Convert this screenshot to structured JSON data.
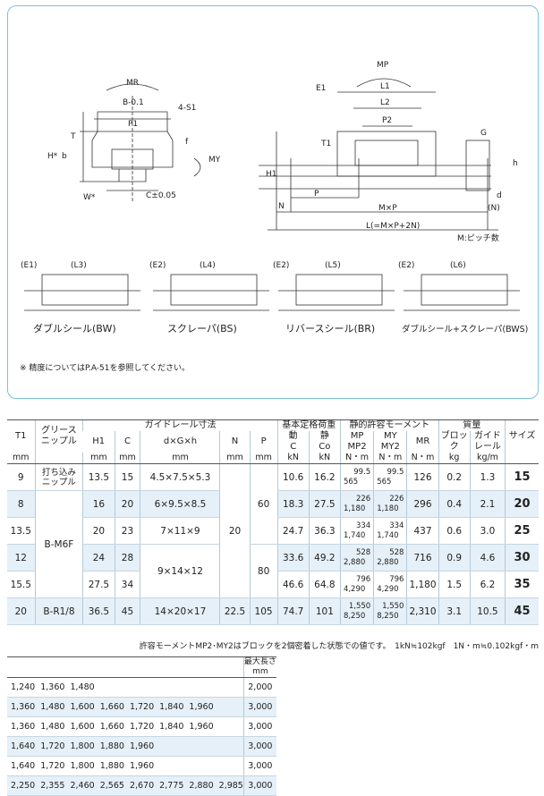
{
  "diagram": {
    "labels": {
      "mr": "MR",
      "b_tol": "B-0.1",
      "s1": "4-S1",
      "p1": "P1",
      "h_star": "H*",
      "b": "b",
      "t": "T",
      "f": "f",
      "w_star": "W*",
      "c_tol": "C±0.05",
      "my": "MY",
      "mp": "MP",
      "e1": "E1",
      "l1": "L1",
      "l2": "L2",
      "p2": "P2",
      "t1": "T1",
      "h1": "H1",
      "g": "G",
      "h": "h",
      "d": "d",
      "n": "N",
      "p": "P",
      "mxp": "M×P",
      "n_paren": "(N)",
      "l_formula": "L(=M×P+2N)",
      "m_pitch": "M:ピッチ数"
    },
    "variants": [
      {
        "e": "(E1)",
        "l": "(L3)",
        "caption": "ダブルシール(BW)"
      },
      {
        "e": "(E2)",
        "l": "(L4)",
        "caption": "スクレーパ(BS)"
      },
      {
        "e": "(E2)",
        "l": "(L5)",
        "caption": "リバースシール(BR)"
      },
      {
        "e": "(E2)",
        "l": "(L6)",
        "caption": "ダブルシール+スクレーパ(BWS)"
      }
    ],
    "note": "※ 精度についてはP.A-51を参照してください。"
  },
  "table": {
    "group_headers": {
      "rail": "ガイドレール寸法",
      "load": "基本定格荷重",
      "moment": "静的許容モーメント",
      "mass": "質量"
    },
    "col_headers": {
      "t1": "T1",
      "grease": "グリース\nニップル",
      "h1": "H1",
      "c": "C",
      "dgh": "d×G×h",
      "n": "N",
      "p": "P",
      "dyn": "動\nC",
      "stat": "静\nCo",
      "mp": "MP\nMP2",
      "my": "MY\nMY2",
      "mr": "MR",
      "block": "ブロック",
      "rail_mass": "ガイド\nレール",
      "size": "サイズ"
    },
    "units": {
      "t1": "mm",
      "h1": "mm",
      "c": "mm",
      "dgh": "mm",
      "n": "mm",
      "p": "mm",
      "dyn": "kN",
      "stat": "kN",
      "mp": "N・m",
      "my": "N・m",
      "mr": "N・m",
      "block": "kg",
      "rail_mass": "kg/m"
    },
    "rows": [
      {
        "t1": "9",
        "grease": "打ち込み\nニップル",
        "h1": "13.5",
        "c": "15",
        "dgh": "4.5×7.5×5.3",
        "dyn": "10.6",
        "stat": "16.2",
        "mp": [
          "99.5",
          "565"
        ],
        "my": [
          "99.5",
          "565"
        ],
        "mr": "126",
        "block": "0.2",
        "rail": "1.3",
        "size": "15"
      },
      {
        "t1": "8",
        "h1": "16",
        "c": "20",
        "dgh": "6×9.5×8.5",
        "dyn": "18.3",
        "stat": "27.5",
        "mp": [
          "226",
          "1,180"
        ],
        "my": [
          "226",
          "1,180"
        ],
        "mr": "296",
        "block": "0.4",
        "rail": "2.1",
        "size": "20"
      },
      {
        "t1": "13.5",
        "h1": "20",
        "c": "23",
        "dgh": "7×11×9",
        "dyn": "24.7",
        "stat": "36.3",
        "mp": [
          "334",
          "1,740"
        ],
        "my": [
          "334",
          "1,740"
        ],
        "mr": "437",
        "block": "0.6",
        "rail": "3.0",
        "size": "25"
      },
      {
        "t1": "12",
        "h1": "24",
        "c": "28",
        "dyn": "33.6",
        "stat": "49.2",
        "mp": [
          "528",
          "2,880"
        ],
        "my": [
          "528",
          "2,880"
        ],
        "mr": "716",
        "block": "0.9",
        "rail": "4.6",
        "size": "30"
      },
      {
        "t1": "15.5",
        "h1": "27.5",
        "c": "34",
        "dyn": "46.6",
        "stat": "64.8",
        "mp": [
          "796",
          "4,290"
        ],
        "my": [
          "796",
          "4,290"
        ],
        "mr": "1,180",
        "block": "1.5",
        "rail": "6.2",
        "size": "35"
      },
      {
        "t1": "20",
        "grease": "B-R1/8",
        "h1": "36.5",
        "c": "45",
        "dgh": "14×20×17",
        "n": "22.5",
        "p": "105",
        "dyn": "74.7",
        "stat": "101",
        "mp": [
          "1,550",
          "8,250"
        ],
        "my": [
          "1,550",
          "8,250"
        ],
        "mr": "2,310",
        "block": "3.1",
        "rail": "10.5",
        "size": "45"
      }
    ],
    "merged": {
      "grease_b_m6f": "B-M6F",
      "dgh_9_14_12": "9×14×12",
      "n_20": "20",
      "p_60": "60",
      "p_80": "80"
    },
    "footnote": "許容モーメントMP2･MY2はブロックを2個密着した状態での値です。　1kN≒102kgf　1N・m≒0.102kgf・m"
  },
  "length_table": {
    "max_header": "最大長さ\nmm",
    "rows": [
      {
        "values": "1,240  1,360  1,480",
        "max": "2,000"
      },
      {
        "values": "1,360  1,480  1,600  1,660  1,720  1,840  1,960",
        "max": "3,000"
      },
      {
        "values": "1,360  1,480  1,600  1,660  1,720  1,840  1,960",
        "max": "3,000"
      },
      {
        "values": "1,640  1,720  1,800  1,880  1,960",
        "max": "3,000"
      },
      {
        "values": "1,640  1,720  1,800  1,880  1,960",
        "max": "3,000"
      },
      {
        "values": "2,250  2,355  2,460  2,565  2,670  2,775  2,880  2,985",
        "max": "3,000"
      }
    ]
  }
}
